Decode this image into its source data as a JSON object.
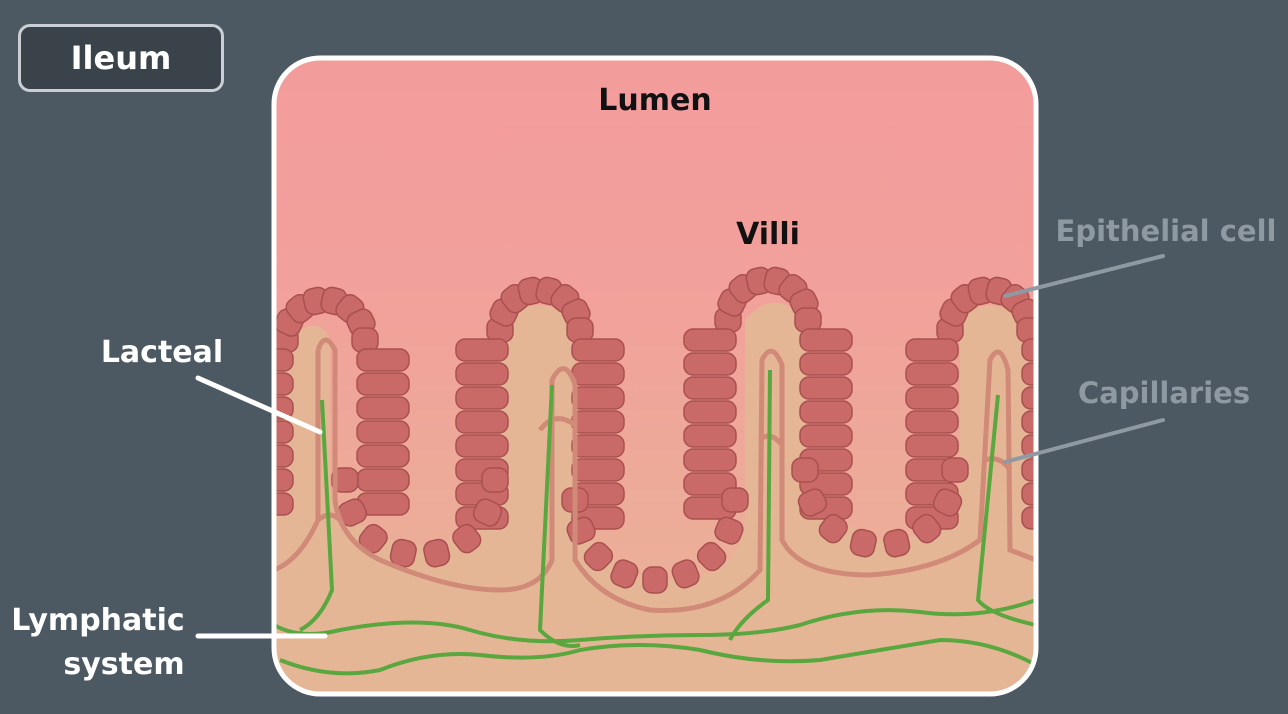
{
  "title": "Ileum",
  "labels": {
    "lumen": "Lumen",
    "villi": "Villi",
    "epithelial_cell": "Epithelial cell",
    "capillaries": "Capillaries",
    "lacteal": "Lacteal",
    "lymphatic_line1": "Lymphatic",
    "lymphatic_line2": "system"
  },
  "colors": {
    "background": "#4c5963",
    "lumen_top": "#f39c9c",
    "tissue": "#e4b696",
    "epithelium": "#c96a69",
    "capillary": "#d18a78",
    "lacteal": "#5aa73f",
    "faded_label": "#8f99a1"
  }
}
